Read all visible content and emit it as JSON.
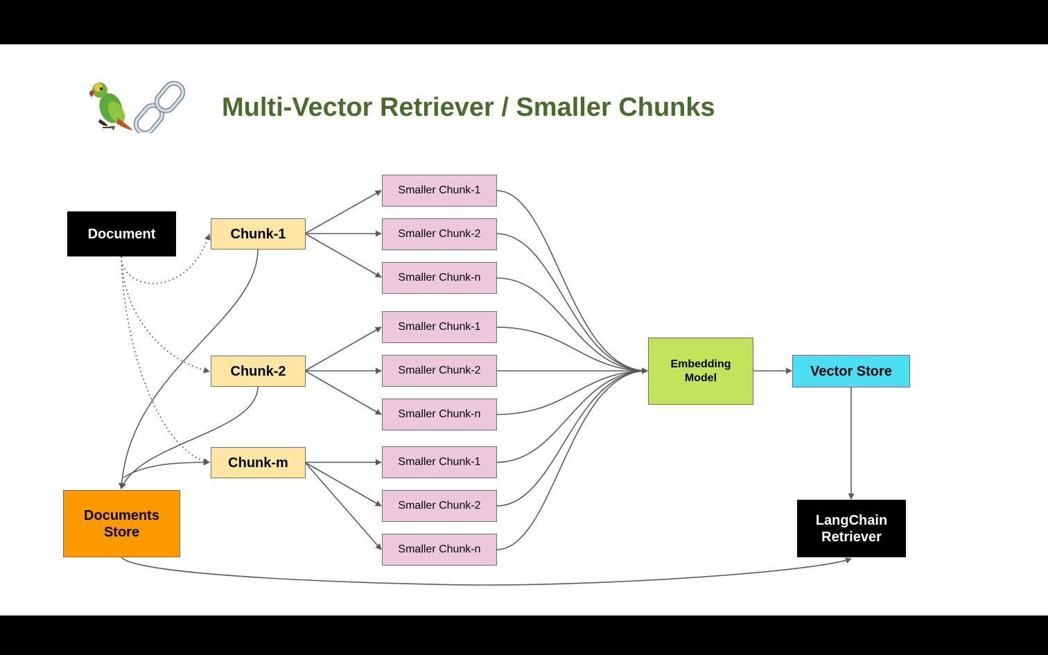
{
  "title": "Multi-Vector Retriever / Smaller Chunks",
  "logo": {
    "icons": [
      "parrot-icon",
      "link-icon"
    ]
  },
  "nodes": {
    "document": "Document",
    "chunk_1": "Chunk-1",
    "chunk_2": "Chunk-2",
    "chunk_m": "Chunk-m",
    "embedding_model": "Embedding\nModel",
    "vector_store": "Vector Store",
    "documents_store": "Documents\nStore",
    "langchain_retriever": "LangChain\nRetriever"
  },
  "smaller_chunks": {
    "group_1": [
      "Smaller Chunk-1",
      "Smaller Chunk-2",
      "Smaller Chunk-n"
    ],
    "group_2": [
      "Smaller Chunk-1",
      "Smaller Chunk-2",
      "Smaller Chunk-n"
    ],
    "group_m": [
      "Smaller Chunk-1",
      "Smaller Chunk-2",
      "Smaller Chunk-n"
    ]
  },
  "colors": {
    "title": "#4a6b2c",
    "document": "#000000",
    "chunk": "#fde6a3",
    "smaller_chunk": "#ecc9da",
    "embedding_model": "#c2e35a",
    "vector_store": "#4cdff4",
    "documents_store": "#ff9900",
    "langchain_retriever": "#000000",
    "arrow": "#5a5a5a"
  }
}
